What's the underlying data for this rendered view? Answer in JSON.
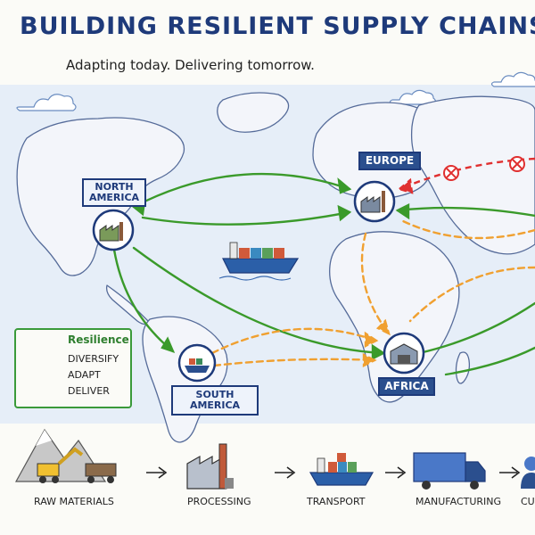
{
  "title": "BUILDING RESILIENT SUPPLY CHAINS",
  "subtitle": "Adapting today. Delivering tomorrow.",
  "regions": {
    "north_america": "NORTH AMERICA",
    "europe": "EUROPE",
    "south_america": "SOUTH AMERICA",
    "africa": "AFRICA"
  },
  "resilience": {
    "title": "Resilience",
    "items": [
      "DIVERSIFY",
      "ADAPT",
      "DELIVER"
    ]
  },
  "steps": [
    "RAW MATERIALS",
    "PROCESSING",
    "TRANSPORT",
    "MANUFACTURING",
    "CU"
  ],
  "colors": {
    "title": "#1e3a7a",
    "green_route": "#3a9a2a",
    "orange_route": "#f0a030",
    "red_route": "#e03030",
    "ocean": "#dce8f5",
    "land": "#f3f5fa"
  },
  "icons": [
    "factory-icon",
    "ship-icon",
    "shield-check-icon",
    "excavator-icon",
    "truck-icon",
    "arrow-right-icon",
    "warehouse-icon",
    "cloud-icon",
    "blocked-x-icon"
  ]
}
